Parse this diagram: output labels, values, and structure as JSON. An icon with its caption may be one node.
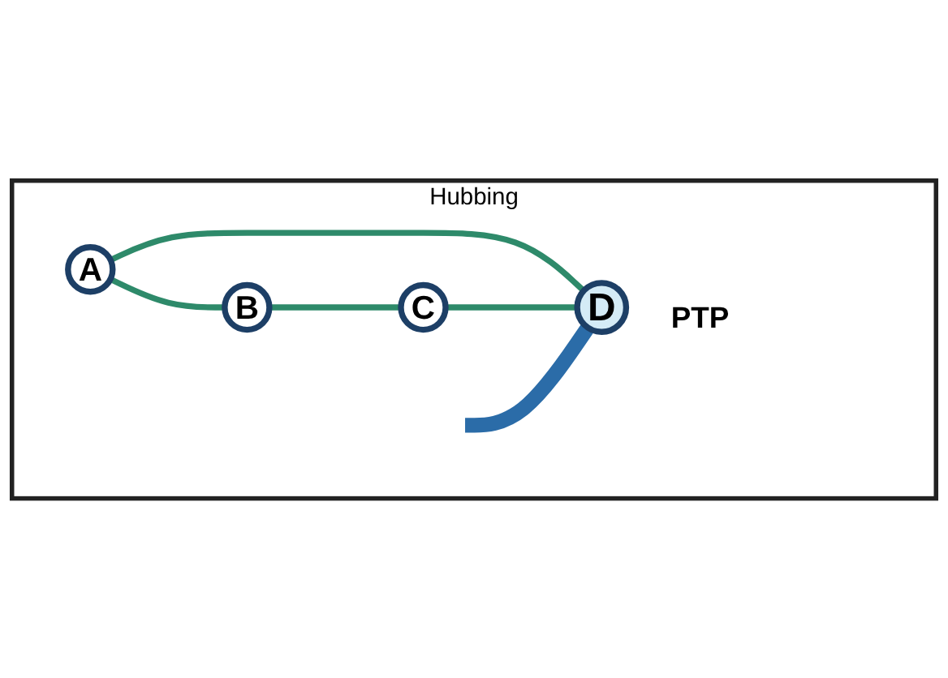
{
  "diagram": {
    "nodes": [
      {
        "text": [
          "Hubbing"
        ]
      },
      {
        "text": [
          "A"
        ],
        "in": 0
      },
      {
        "text": [
          "B"
        ],
        "in": 0
      },
      {
        "text": [
          "C"
        ],
        "in": 0
      },
      {
        "text": [
          "D"
        ],
        "in": 0,
        "beside": [
          "PTP"
        ]
      }
    ],
    "edges": [
      {
        "from": 1,
        "to": 2,
        "arrow": "none"
      },
      {
        "from": 2,
        "to": 3,
        "arrow": "none"
      },
      {
        "from": 1,
        "to": 4,
        "arrow": "none"
      },
      {
        "from": 3,
        "to": 4,
        "arrow": "none"
      },
      {
        "from": null,
        "to": 4,
        "arrow": "none",
        "style": "thick",
        "color": "#2b6ca8"
      }
    ]
  }
}
